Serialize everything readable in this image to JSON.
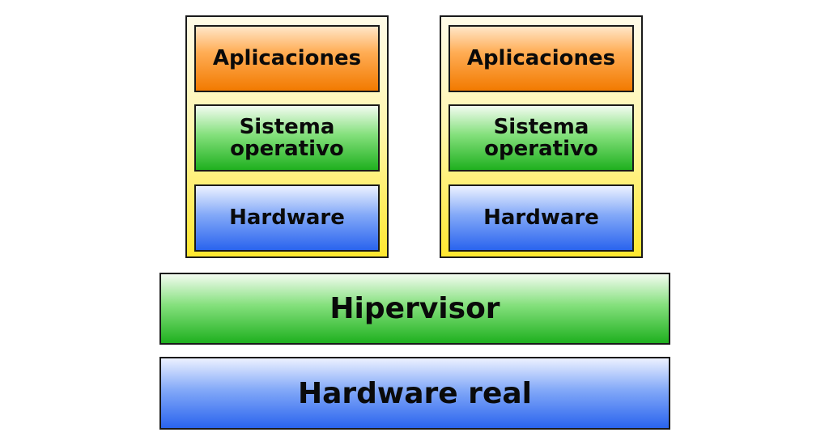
{
  "vms": [
    {
      "apps_label": "Aplicaciones",
      "os_line1": "Sistema",
      "os_line2": "operativo",
      "hardware_label": "Hardware"
    },
    {
      "apps_label": "Aplicaciones",
      "os_line1": "Sistema",
      "os_line2": "operativo",
      "hardware_label": "Hardware"
    }
  ],
  "hypervisor_label": "Hipervisor",
  "real_hardware_label": "Hardware real",
  "colors": {
    "vm_container": "#fff6b0",
    "applications": "#f27a00",
    "operating_system": "#1fb01f",
    "hardware": "#2a64ee",
    "border": "#1a1a1a"
  }
}
